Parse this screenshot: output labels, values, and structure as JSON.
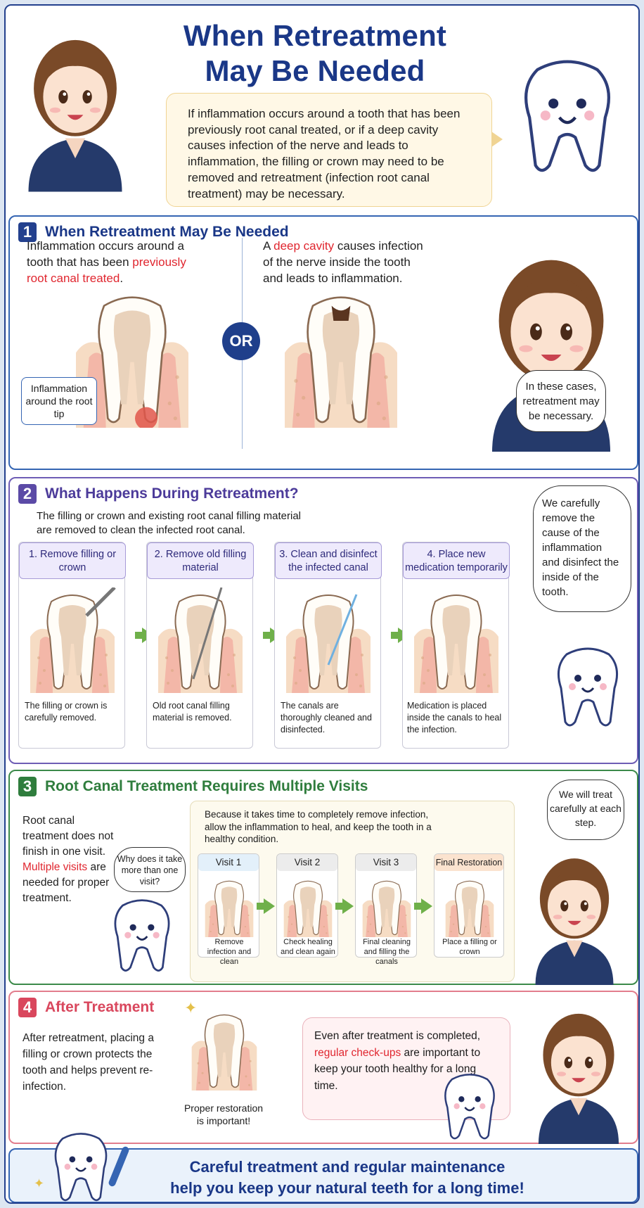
{
  "header": {
    "title_line1": "When Retreatment",
    "title_line2": "May Be Needed",
    "intro": "If inflammation occurs around a tooth that has been previously root canal treated, or if a deep cavity causes infection of the nerve and leads to inflammation, the filling or crown may need to be removed and retreatment (infection root canal treatment) may be necessary."
  },
  "section1": {
    "number": "1",
    "title": "When Retreatment May Be Needed",
    "left_text_a": "Inflammation occurs around a tooth that has been ",
    "left_text_red": "previously root canal treated",
    "left_text_b": ".",
    "or": "OR",
    "right_text_a": "A ",
    "right_text_red": "deep cavity",
    "right_text_b": " causes infection of the nerve inside the tooth and leads to inflammation.",
    "label": "Inflammation around the root tip",
    "bubble": "In these cases, retreatment may be necessary."
  },
  "section2": {
    "number": "2",
    "title": "What Happens During Retreatment?",
    "subtitle": "The filling or crown and existing root canal filling material are removed to clean the infected root canal.",
    "steps": [
      {
        "title": "1. Remove filling or crown",
        "caption": "The filling or crown is carefully removed."
      },
      {
        "title": "2. Remove old filling material",
        "caption": "Old root canal filling material is removed."
      },
      {
        "title": "3. Clean and disinfect the infected canal",
        "caption": "The canals are thoroughly cleaned and disinfected."
      },
      {
        "title": "4. Place new medication temporarily",
        "caption": "Medication is placed inside the canals to heal the infection."
      }
    ],
    "bubble": "We carefully remove the cause of the inflammation and disinfect the inside of the tooth."
  },
  "section3": {
    "number": "3",
    "title": "Root Canal Treatment Requires Multiple Visits",
    "left_text_a": "Root canal treatment does not finish in one visit.",
    "left_text_red": "Multiple visits",
    "left_text_b": " are needed for proper treatment.",
    "question": "Why does it take more than one visit?",
    "intro": "Because it takes time to completely remove infection, allow the inflammation to heal, and keep the tooth in a healthy condition.",
    "visits": [
      {
        "title": "Visit 1",
        "caption": "Remove infection and clean",
        "head_color": "#e3f0fa"
      },
      {
        "title": "Visit 2",
        "caption": "Check healing and clean again",
        "head_color": "#ececec"
      },
      {
        "title": "Visit 3",
        "caption": "Final cleaning and filling the canals",
        "head_color": "#ececec"
      },
      {
        "title": "Final Restoration",
        "caption": "Place a filling or crown",
        "head_color": "#fbe3cf"
      }
    ],
    "bubble": "We will treat carefully at each step."
  },
  "section4": {
    "number": "4",
    "title": "After Treatment",
    "left_text": "After retreatment, placing a filling or crown protects the tooth and helps prevent re-infection.",
    "tooth_caption": "Proper restoration is important!",
    "box_text_a": "Even after treatment is completed,",
    "box_text_red": "regular check-ups",
    "box_text_b": " are important to keep your tooth healthy for a long time."
  },
  "footer": {
    "line1": "Careful treatment and regular maintenance",
    "line2": "help you keep your natural teeth for a long time!"
  },
  "colors": {
    "navy": "#1a3787",
    "section1": "#3565b3",
    "section2": "#6e5db5",
    "section3": "#3c8a4a",
    "section4": "#e27d8d",
    "accent_red": "#e0262f"
  },
  "icons": [
    "doctor-illustration",
    "tooth-mascot-icon",
    "tooth-cross-section-icon",
    "dental-drill-icon",
    "toothbrush-icon",
    "sparkle-icon"
  ]
}
